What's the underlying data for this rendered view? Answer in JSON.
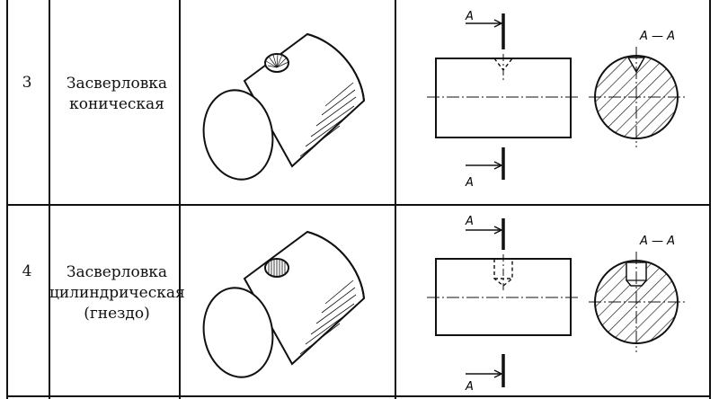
{
  "rows": [
    {
      "number": "3",
      "name_line1": "Засверловка",
      "name_line2": "коническая",
      "name_line3": "",
      "section_top": "A",
      "section_bottom": "A",
      "section_title": "A — A",
      "hole_type": "conical"
    },
    {
      "number": "4",
      "name_line1": "Засверловка",
      "name_line2": "цилиндрическая",
      "name_line3": "(гнездо)",
      "section_top": "A",
      "section_bottom": "A",
      "section_title": "A — A",
      "hole_type": "cylindrical"
    }
  ]
}
